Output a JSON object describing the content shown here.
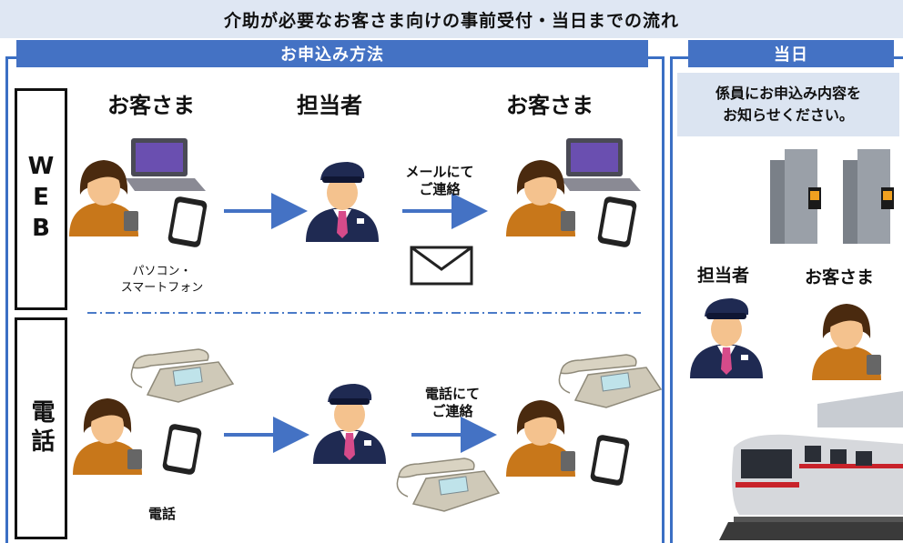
{
  "title": "介助が必要なお客さま向けの事前受付・当日までの流れ",
  "left_header": "お申込み方法",
  "right_header": "当日",
  "columns": [
    "お客さま",
    "担当者",
    "お客さま"
  ],
  "rows": {
    "web": {
      "label": "WEB",
      "device_caption_1": "パソコン・",
      "device_caption_2": "スマートフォン",
      "arrow_label_1": "メールにて",
      "arrow_label_2": "ご連絡"
    },
    "phone": {
      "label": "電話",
      "device_caption": "電話",
      "arrow_label_1": "電話にて",
      "arrow_label_2": "ご連絡"
    }
  },
  "right": {
    "notice_1": "係員にお申込み内容を",
    "notice_2": "お知らせください。",
    "staff_label": "担当者",
    "customer_label": "お客さま"
  },
  "colors": {
    "accent": "#4472c4",
    "header_bg": "#dfe7f3",
    "notice_bg": "#dbe4f1"
  }
}
